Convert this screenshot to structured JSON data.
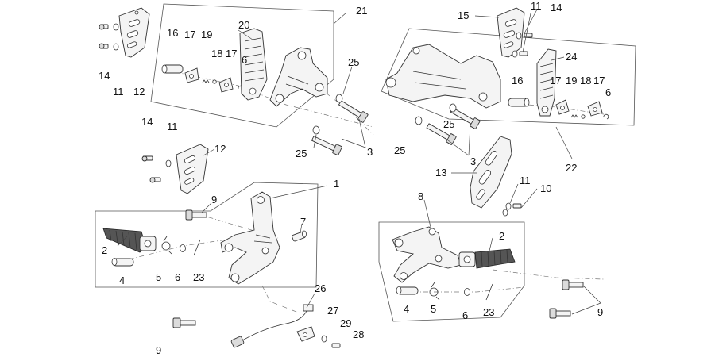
{
  "callouts": [
    {
      "id": "c1",
      "text": "1"
    },
    {
      "id": "c2a",
      "text": "2"
    },
    {
      "id": "c2b",
      "text": "2"
    },
    {
      "id": "c3a",
      "text": "3"
    },
    {
      "id": "c3b",
      "text": "3"
    },
    {
      "id": "c4a",
      "text": "4"
    },
    {
      "id": "c4b",
      "text": "4"
    },
    {
      "id": "c5a",
      "text": "5"
    },
    {
      "id": "c5b",
      "text": "5"
    },
    {
      "id": "c6a",
      "text": "6"
    },
    {
      "id": "c6b",
      "text": "6"
    },
    {
      "id": "c6c",
      "text": "6"
    },
    {
      "id": "c6d",
      "text": "6"
    },
    {
      "id": "c7",
      "text": "7"
    },
    {
      "id": "c8",
      "text": "8"
    },
    {
      "id": "c9a",
      "text": "9"
    },
    {
      "id": "c9b",
      "text": "9"
    },
    {
      "id": "c9c",
      "text": "9"
    },
    {
      "id": "c10",
      "text": "10"
    },
    {
      "id": "c11a",
      "text": "11"
    },
    {
      "id": "c11b",
      "text": "11"
    },
    {
      "id": "c11c",
      "text": "11"
    },
    {
      "id": "c11d",
      "text": "11"
    },
    {
      "id": "c12a",
      "text": "12"
    },
    {
      "id": "c12b",
      "text": "12"
    },
    {
      "id": "c13",
      "text": "13"
    },
    {
      "id": "c14a",
      "text": "14"
    },
    {
      "id": "c14b",
      "text": "14"
    },
    {
      "id": "c14c",
      "text": "14"
    },
    {
      "id": "c15",
      "text": "15"
    },
    {
      "id": "c16a",
      "text": "16"
    },
    {
      "id": "c16b",
      "text": "16"
    },
    {
      "id": "c17a",
      "text": "17"
    },
    {
      "id": "c17b",
      "text": "17"
    },
    {
      "id": "c17c",
      "text": "17"
    },
    {
      "id": "c17d",
      "text": "17"
    },
    {
      "id": "c18a",
      "text": "18"
    },
    {
      "id": "c18b",
      "text": "18"
    },
    {
      "id": "c19a",
      "text": "19"
    },
    {
      "id": "c19b",
      "text": "19"
    },
    {
      "id": "c20",
      "text": "20"
    },
    {
      "id": "c21",
      "text": "21"
    },
    {
      "id": "c22",
      "text": "22"
    },
    {
      "id": "c23a",
      "text": "23"
    },
    {
      "id": "c23b",
      "text": "23"
    },
    {
      "id": "c24",
      "text": "24"
    },
    {
      "id": "c25a",
      "text": "25"
    },
    {
      "id": "c25b",
      "text": "25"
    },
    {
      "id": "c25c",
      "text": "25"
    },
    {
      "id": "c25d",
      "text": "25"
    },
    {
      "id": "c26",
      "text": "26"
    },
    {
      "id": "c27",
      "text": "27"
    },
    {
      "id": "c28",
      "text": "28"
    },
    {
      "id": "c29",
      "text": "29"
    }
  ]
}
